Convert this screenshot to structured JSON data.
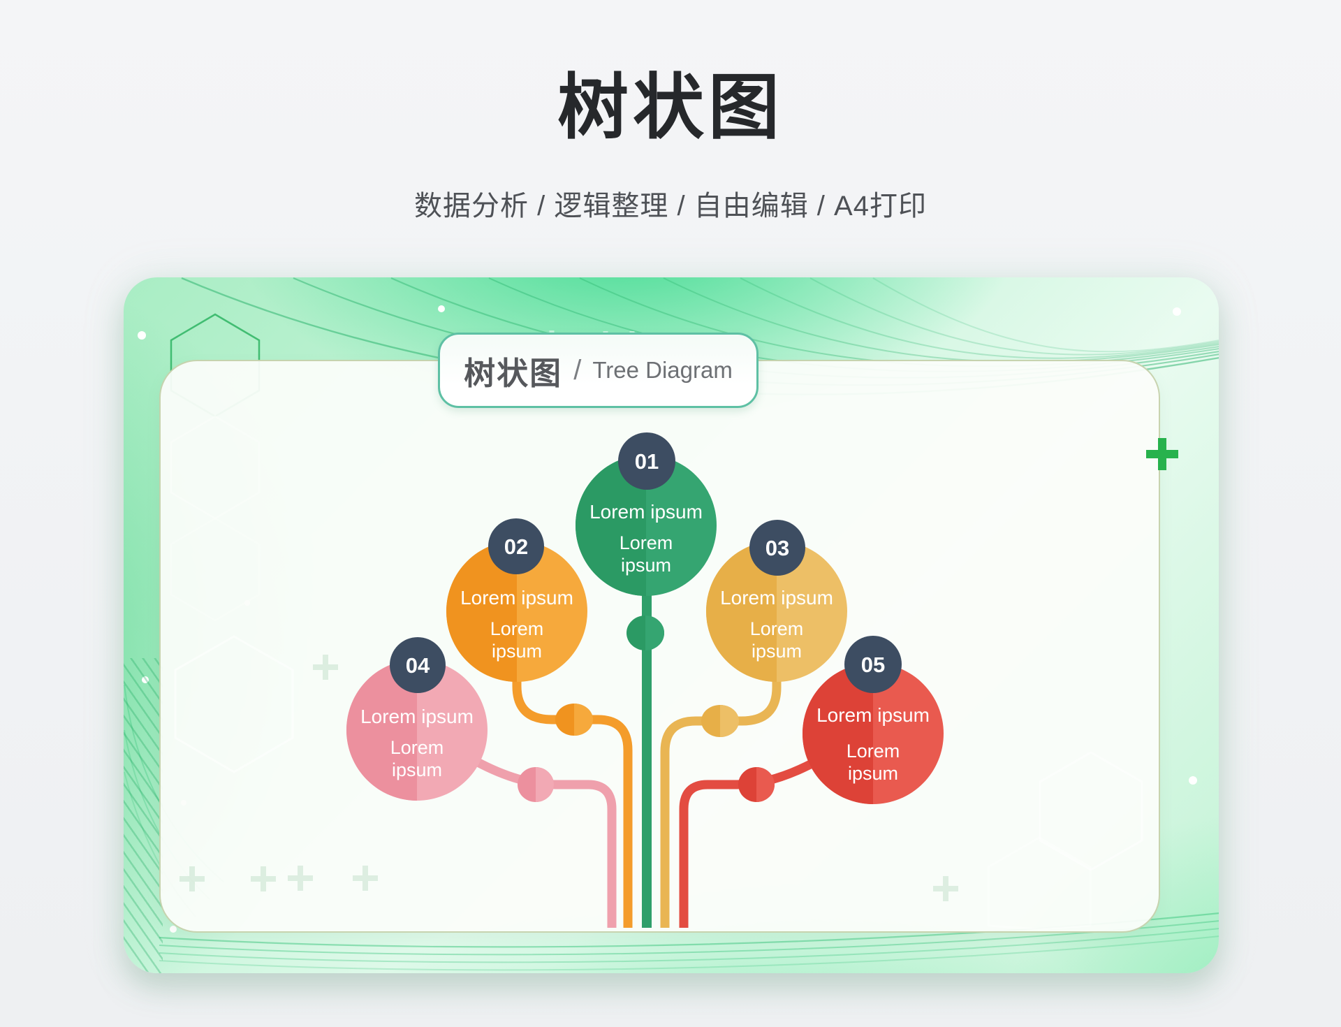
{
  "page": {
    "title": "树状图",
    "subtitle": "数据分析 / 逻辑整理 / 自由编辑 / A4打印",
    "background": "#f1f2f4"
  },
  "card": {
    "header": {
      "title_zh": "树状图",
      "separator": "/",
      "title_en": "Tree Diagram"
    },
    "plus_color": "#27b24d",
    "accent_green": "#2fa86d"
  },
  "tree": {
    "badge_color": "#3d4d62",
    "text_color": "#ffffff",
    "items": [
      {
        "number": "01",
        "label": "Lorem ipsum",
        "line2": "Lorem",
        "line3": "ipsum",
        "color": "#35a571",
        "color_dark": "#2b9a64",
        "stroke": "#2f9f6a"
      },
      {
        "number": "02",
        "label": "Lorem ipsum",
        "line2": "Lorem",
        "line3": "ipsum",
        "color": "#f6a93c",
        "color_dark": "#f0931f",
        "stroke": "#f49c2b"
      },
      {
        "number": "03",
        "label": "Lorem ipsum",
        "line2": "Lorem",
        "line3": "ipsum",
        "color": "#edbf66",
        "color_dark": "#e7af48",
        "stroke": "#e9b553"
      },
      {
        "number": "04",
        "label": "Lorem ipsum",
        "line2": "Lorem",
        "line3": "ipsum",
        "color": "#f2a9b4",
        "color_dark": "#ec909e",
        "stroke": "#efa0ac"
      },
      {
        "number": "05",
        "label": "Lorem ipsum",
        "line2": "Lorem",
        "line3": "ipsum",
        "color": "#e95a4f",
        "color_dark": "#dd4237",
        "stroke": "#e34c41"
      }
    ]
  }
}
